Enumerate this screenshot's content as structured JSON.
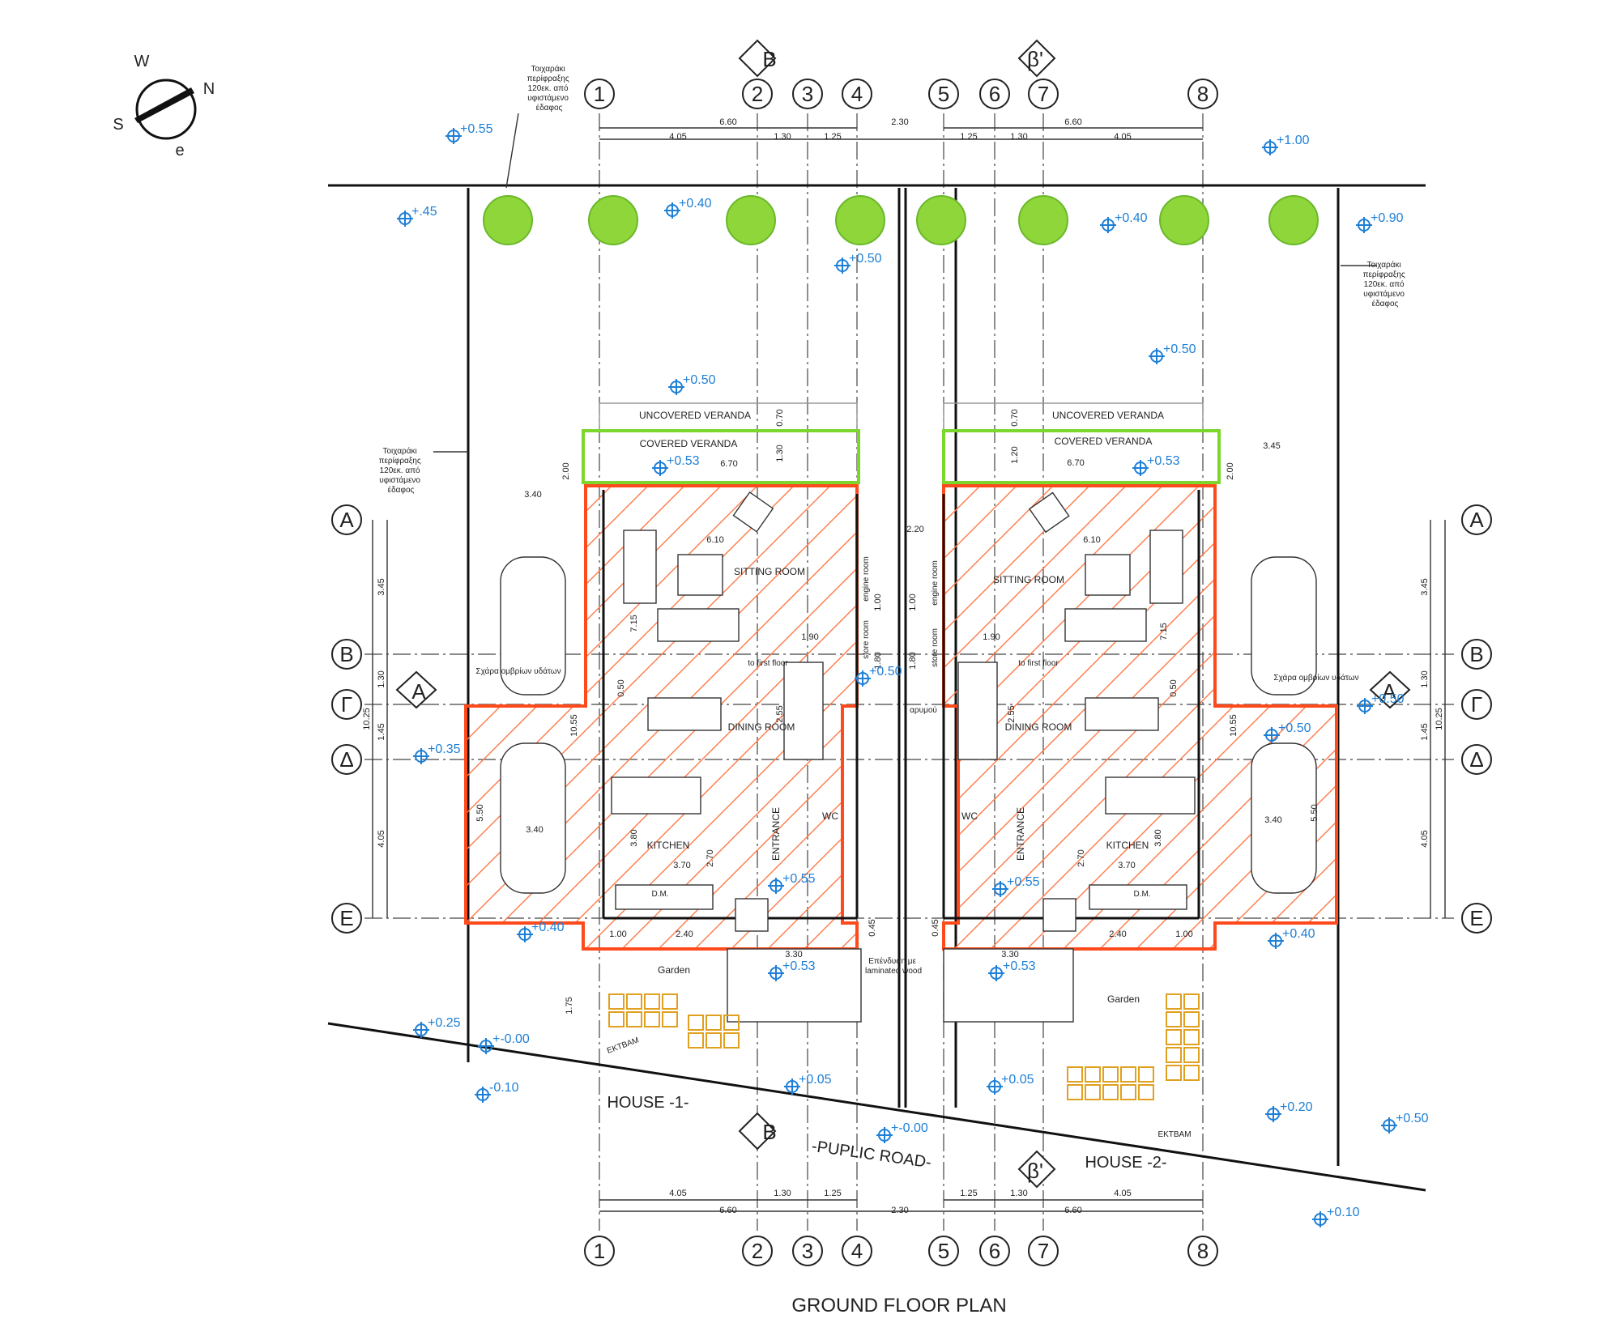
{
  "title": "GROUND FLOOR PLAN",
  "compass": {
    "letters": [
      "W",
      "N",
      "e",
      "S"
    ]
  },
  "axes_numbers": [
    "1",
    "2",
    "3",
    "4",
    "5",
    "6",
    "7",
    "8"
  ],
  "axes_letters": [
    "A",
    "B",
    "Γ",
    "Δ",
    "E"
  ],
  "section_markers": {
    "B": "B",
    "B_prime": "β'",
    "A": "A"
  },
  "dimensions": {
    "top_total_left": "6.60",
    "top_total_right": "6.60",
    "top_gap": "2.30",
    "top_left_parts": [
      "4.05",
      "1.30",
      "1.25"
    ],
    "top_right_parts": [
      "1.25",
      "1.30",
      "4.05"
    ],
    "left_side": [
      "3.45",
      "1.30",
      "1.45",
      "4.05"
    ],
    "left_total": "10.25",
    "right_side": [
      "3.45",
      "1.30",
      "1.45",
      "4.05"
    ],
    "right_total": "10.25",
    "misc": [
      "0.70",
      "1.30",
      "0.70",
      "1.20",
      "2.00",
      "2.00",
      "6.70",
      "6.70",
      "3.45",
      "3.40",
      "6.10",
      "6.10",
      "2.20",
      "1.00",
      "1.00",
      "1.80",
      "1.80",
      "1.90",
      "1.90",
      "7.15",
      "7.15",
      "2.55",
      "2.55",
      "0.50",
      "0.50",
      "10.55",
      "10.55",
      "5.50",
      "5.50",
      "3.40",
      "3.40",
      "3.80",
      "3.80",
      "2.70",
      "2.70",
      "3.70",
      "3.70",
      "1.00",
      "2.40",
      "2.40",
      "1.00",
      "3.30",
      "3.30",
      "0.45",
      "0.45",
      "1.75"
    ]
  },
  "rooms": {
    "uncovered_veranda": "UNCOVERED VERANDA",
    "covered_veranda": "COVERED VERANDA",
    "sitting_room": "SITTING ROOM",
    "dining_room": "DINING ROOM",
    "kitchen": "KITCHEN",
    "entrance": "ENTRANCE",
    "wc": "WC",
    "garden": "Garden",
    "store_room": "store room",
    "engine_room": "engine room",
    "to_first_floor": "to first floor",
    "dm": "D.M.",
    "ektbam": "EKTBAM",
    "arymou": "αρυμού"
  },
  "notes": {
    "fence_wall": "Τοιχαράκι περίφραξης 120εκ. από υφιστάμενο έδαφος",
    "gutter": "Σχάρα ομβρίων υδάτων",
    "laminated": "Επένδυση με laminated wood"
  },
  "houses": {
    "house1": "HOUSE -1-",
    "house2": "HOUSE -2-"
  },
  "road": "-PUPLIC ROAD-",
  "levels": [
    "+0.55",
    "+.45",
    "+0.40",
    "+0.50",
    "+0.50",
    "+0.53",
    "+0.50",
    "+0.35",
    "+0.40",
    "+0.55",
    "+0.53",
    "+0.25",
    "+-0.00",
    "+0.05",
    "-0.10",
    "+-0.00",
    "+1.00",
    "+0.40",
    "+0.90",
    "+0.50",
    "+0.53",
    "+0.50",
    "+0.50",
    "+0.40",
    "+0.55",
    "+0.53",
    "+0.05",
    "+0.20",
    "+0.50",
    "+0.10"
  ]
}
